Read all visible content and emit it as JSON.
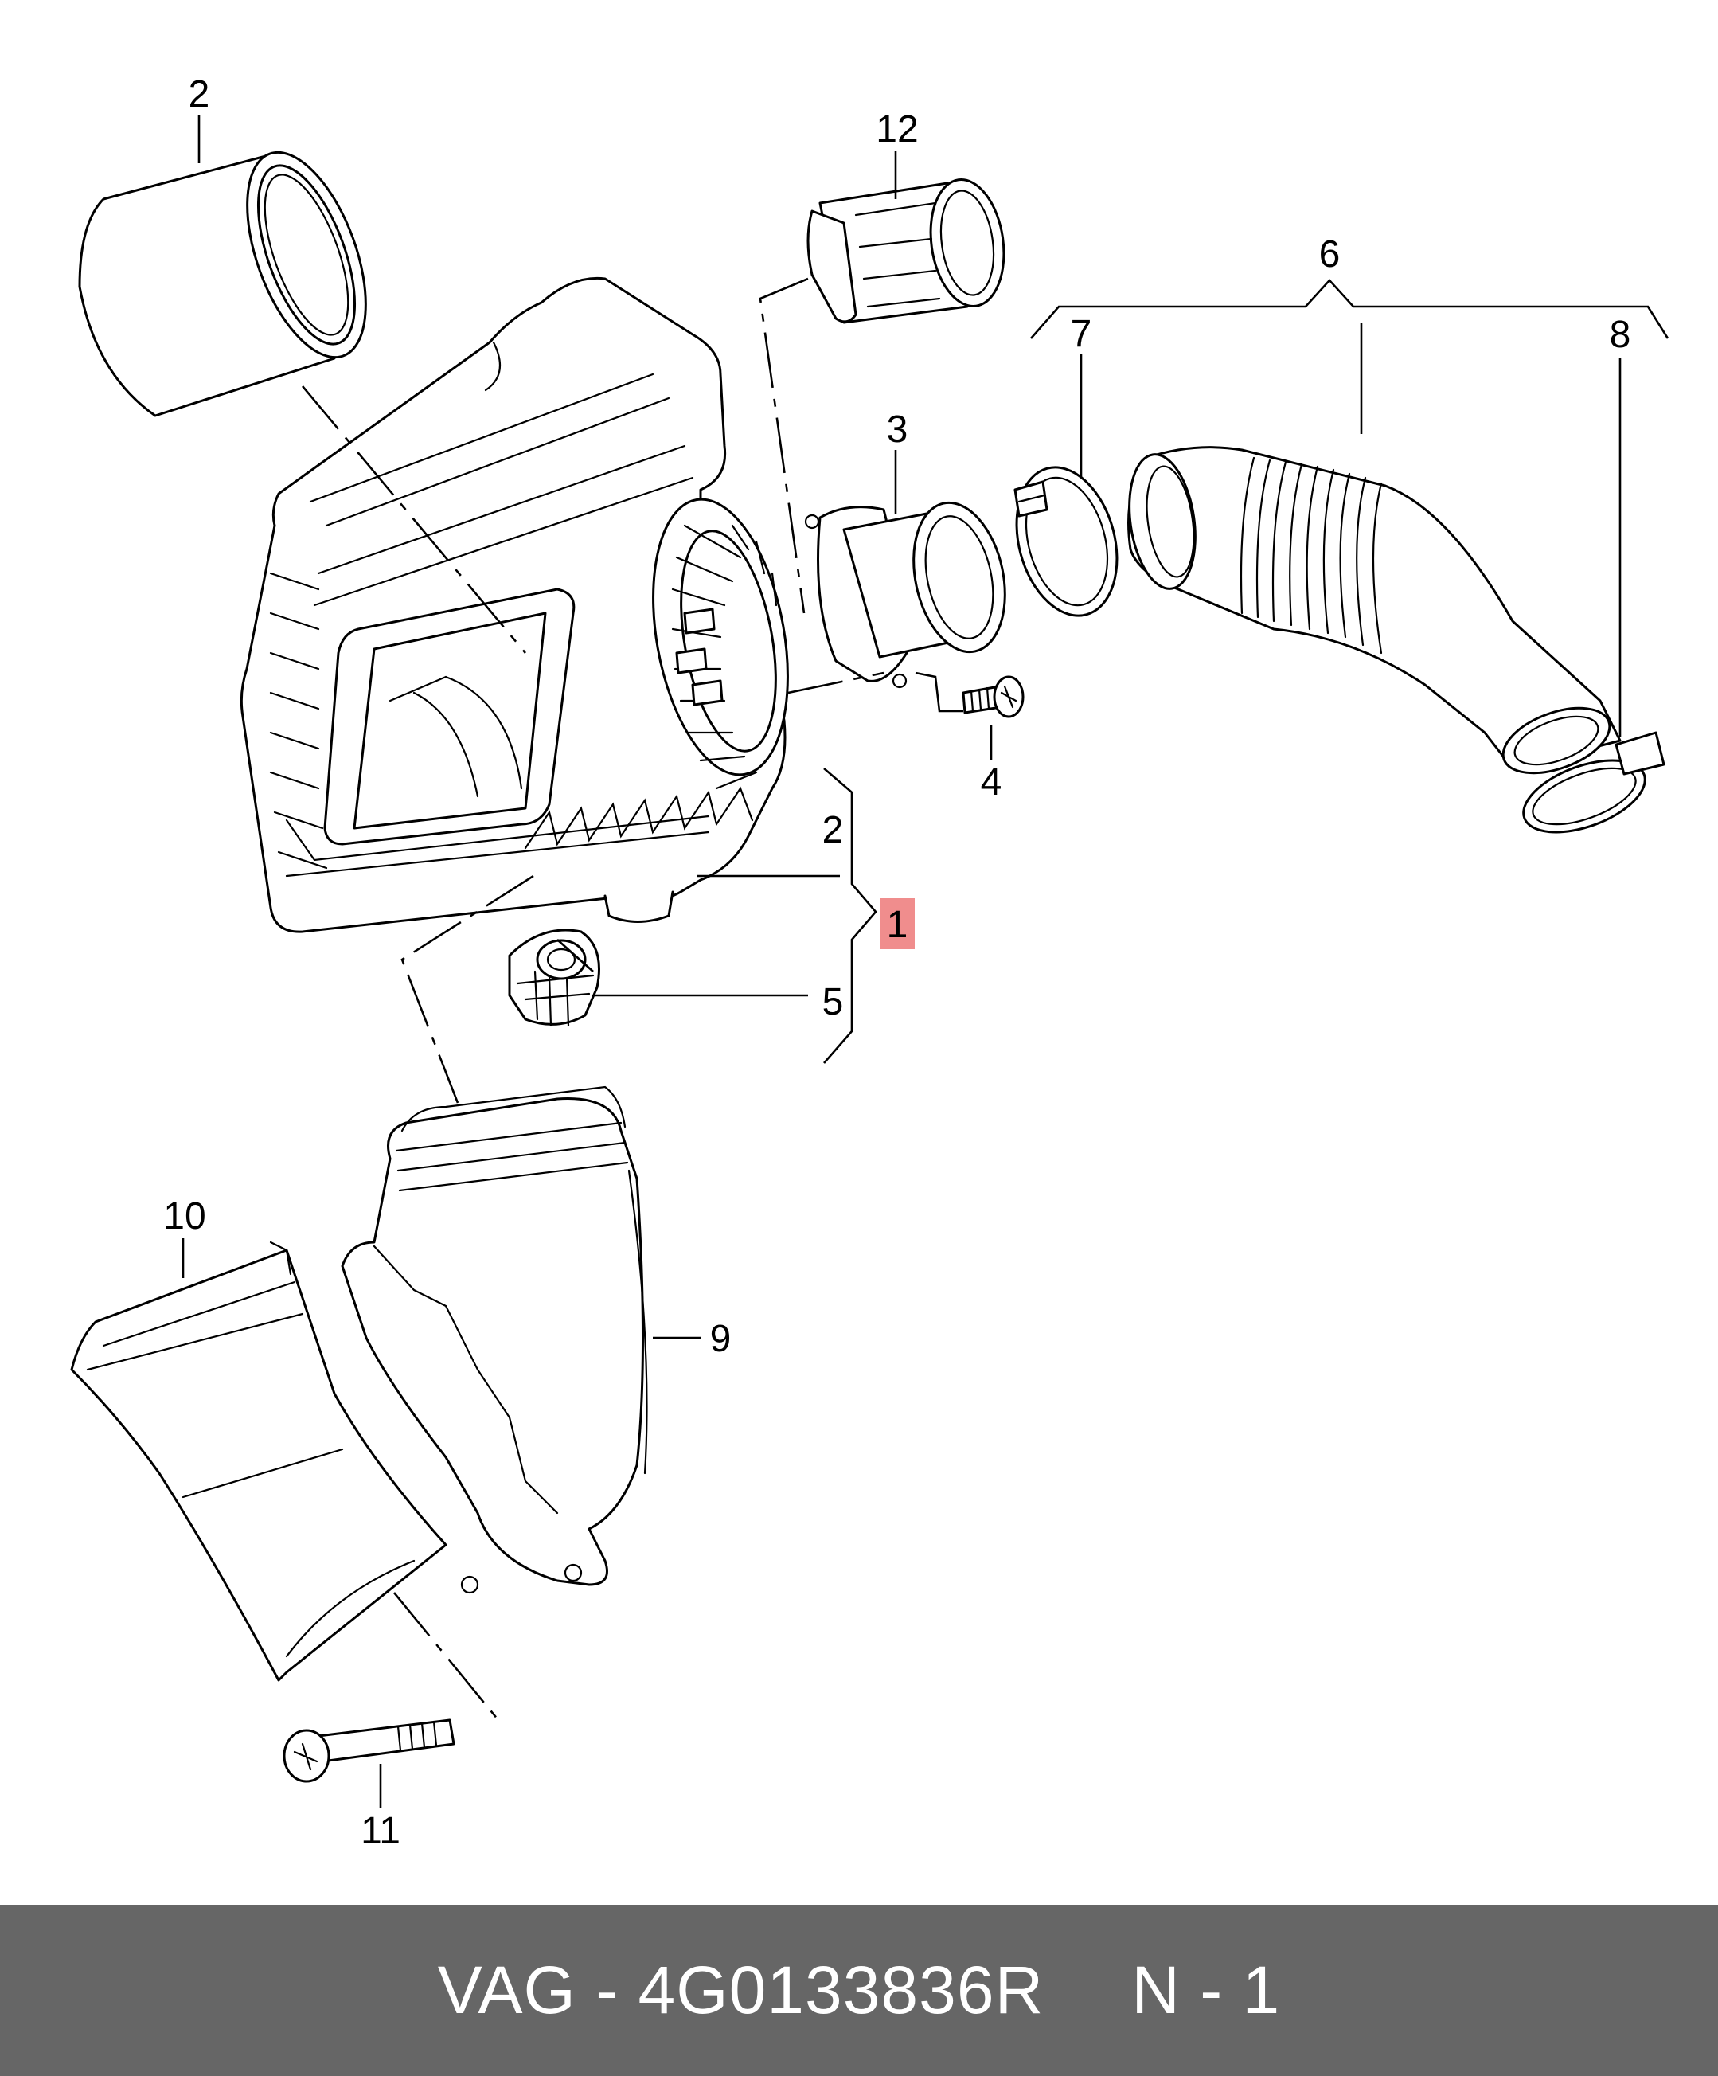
{
  "callouts": {
    "c1": "1",
    "c2_top": "2",
    "c2_bracket": "2",
    "c3": "3",
    "c4": "4",
    "c5": "5",
    "c6": "6",
    "c7": "7",
    "c8": "8",
    "c9": "9",
    "c10": "10",
    "c11": "11",
    "c12": "12"
  },
  "highlight_color": "#f08d8d",
  "footer": {
    "part_label": "VAG - 4G0133836R",
    "qty_label": "N - 1",
    "background": "#666666"
  }
}
